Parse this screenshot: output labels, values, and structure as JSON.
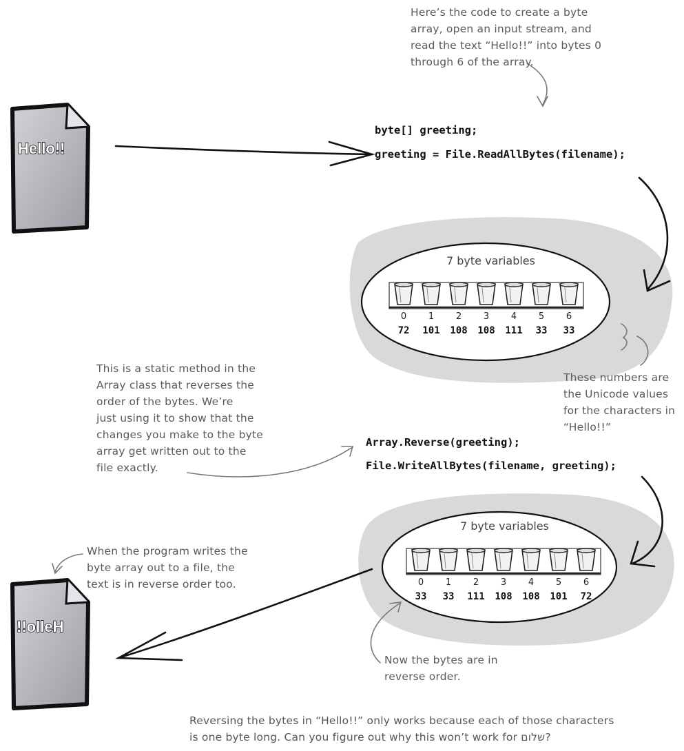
{
  "annotations": {
    "code_intro": [
      "Here’s the code to create a byte",
      "array, open an input stream, and",
      "read the text “Hello!!” into bytes 0",
      "through 6 of the array."
    ],
    "static_method": [
      "This is a static method in the",
      "Array class that reverses the",
      "order of the bytes. We’re",
      "just using it to show that the",
      "changes you make to the byte",
      "array get written out to the",
      "file exactly."
    ],
    "unicode_note": [
      "These numbers are",
      "the Unicode values",
      "for the characters in",
      "“Hello!!”"
    ],
    "write_note": [
      "When the program writes the",
      "byte array out to a file, the",
      "text is in reverse order too."
    ],
    "reverse_note": [
      "Now the bytes are in",
      "reverse order."
    ],
    "footer": [
      "Reversing the bytes in “Hello!!” only works because each of those characters",
      "is one byte long. Can you figure out why this won’t work for שלום?"
    ]
  },
  "code": {
    "declare": "byte[] greeting;",
    "read": "greeting = File.ReadAllBytes(filename);",
    "reverse": "Array.Reverse(greeting);",
    "write": "File.WriteAllBytes(filename, greeting);"
  },
  "files": {
    "input_label": "Hello!!",
    "output_label": "!!olleH"
  },
  "arrays": {
    "top": {
      "caption": "7 byte variables",
      "indices": [
        "0",
        "1",
        "2",
        "3",
        "4",
        "5",
        "6"
      ],
      "values": [
        "72",
        "101",
        "108",
        "108",
        "111",
        "33",
        "33"
      ]
    },
    "bottom": {
      "caption": "7 byte variables",
      "indices": [
        "0",
        "1",
        "2",
        "3",
        "4",
        "5",
        "6"
      ],
      "values": [
        "33",
        "33",
        "111",
        "108",
        "108",
        "101",
        "72"
      ]
    }
  },
  "colors": {
    "ink": "#111111",
    "annotation": "#5a5a5a",
    "blob": "#d9d9d9",
    "file_fill": "#b9b6bd"
  }
}
